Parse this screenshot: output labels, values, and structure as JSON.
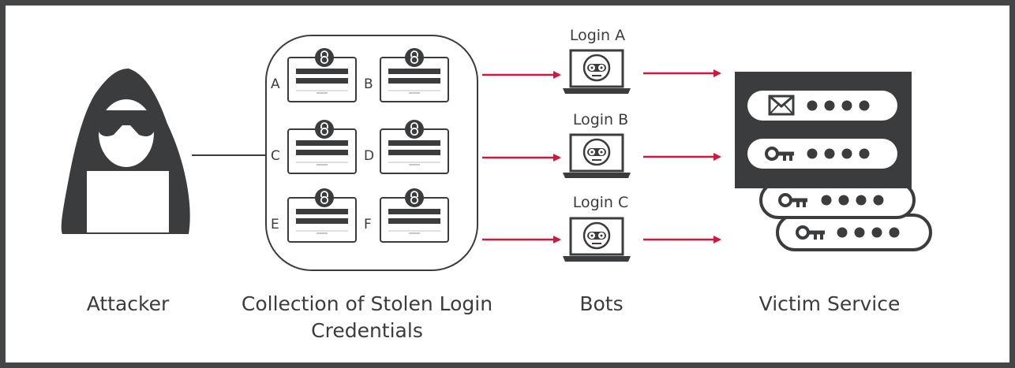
{
  "colors": {
    "ink": "#3b3c3d",
    "arrow": "#d0173d",
    "frame": "#444546"
  },
  "stages": {
    "attacker": "Attacker",
    "credentials_line1": "Collection of Stolen Login",
    "credentials_line2": "Credentials",
    "bots": "Bots",
    "victim": "Victim Service"
  },
  "credentials": [
    "A",
    "B",
    "C",
    "D",
    "E",
    "F"
  ],
  "bots": [
    "Login A",
    "Login B",
    "Login C"
  ],
  "icons": {
    "attacker": "hooded-hacker-icon",
    "lock": "padlock-icon",
    "bot": "robot-face-icon",
    "email": "envelope-icon",
    "password": "key-icon"
  }
}
